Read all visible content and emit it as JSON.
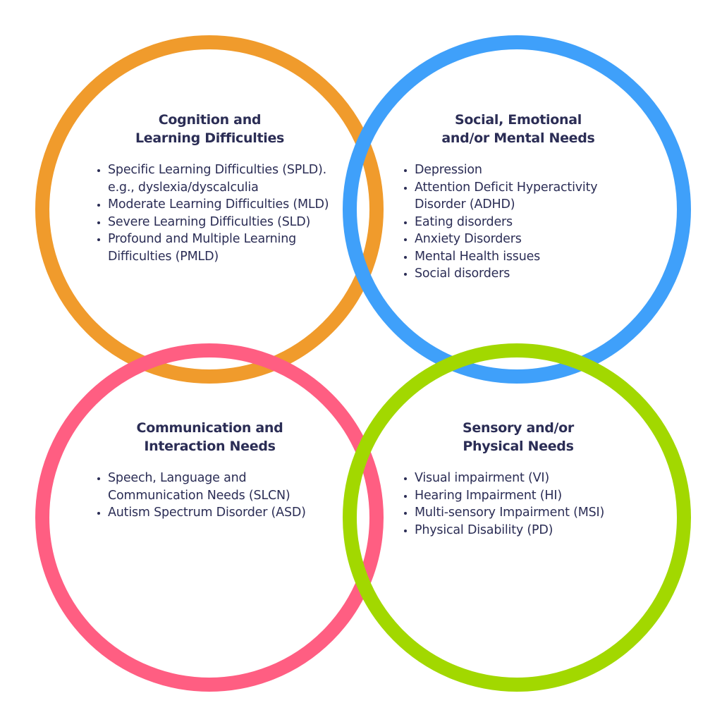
{
  "colors": {
    "orange": "#F09B2C",
    "blue": "#3FA0FA",
    "pink": "#FF5E82",
    "green": "#A2D800",
    "text": "#2B2D55"
  },
  "circles": [
    {
      "id": "cognition",
      "title": "Cognition and\nLearning Difficulties",
      "title_lines": [
        "Cognition and",
        "Learning Difficulties"
      ],
      "items": [
        "Specific Learning Difficulties (SPLD). e.g., dyslexia/dyscalculia",
        "Moderate Learning Difficulties (MLD)",
        "Severe Learning Difficulties (SLD)",
        "Profound and Multiple Learning Difficulties (PMLD)"
      ]
    },
    {
      "id": "semh",
      "title_lines": [
        "Social, Emotional",
        "and/or Mental Needs"
      ],
      "items": [
        "Depression",
        "Attention Deficit Hyperactivity Disorder (ADHD)",
        "Eating disorders",
        "Anxiety Disorders",
        "Mental Health issues",
        "Social disorders"
      ]
    },
    {
      "id": "communication",
      "title_lines": [
        "Communication and",
        "Interaction Needs"
      ],
      "items": [
        "Speech, Language and Communication Needs (SLCN)",
        "Autism Spectrum Disorder (ASD)"
      ]
    },
    {
      "id": "sensory",
      "title_lines": [
        "Sensory and/or",
        "Physical Needs"
      ],
      "items": [
        "Visual impairment (VI)",
        "Hearing Impairment (HI)",
        "Multi-sensory Impairment (MSI)",
        "Physical Disability (PD)"
      ]
    }
  ]
}
